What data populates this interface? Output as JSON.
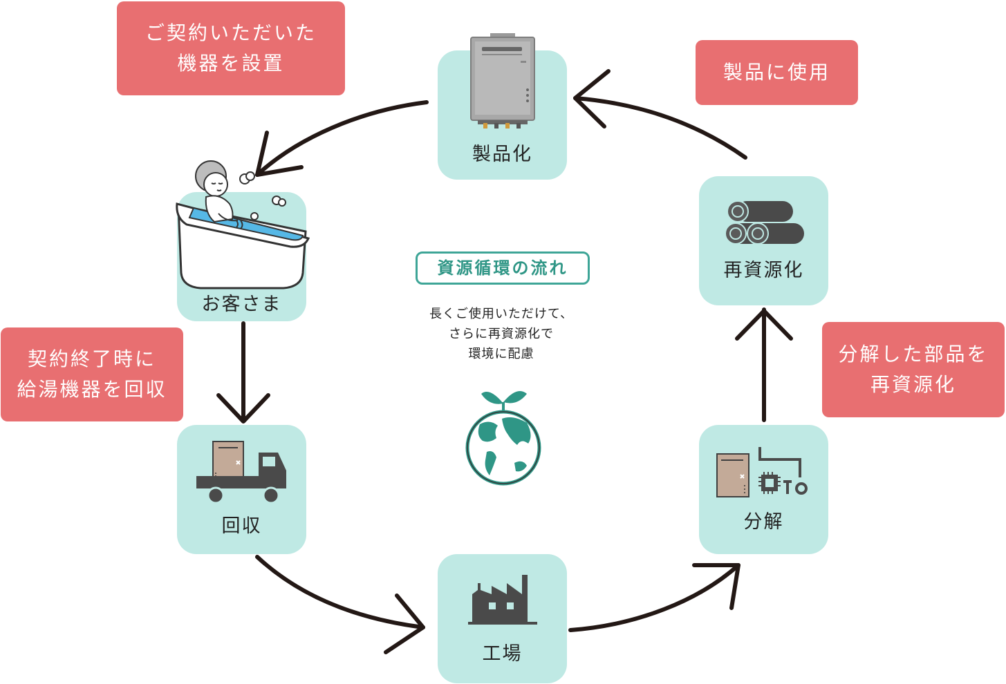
{
  "nodes": {
    "product": "製品化",
    "customer": "お客さま",
    "collection": "回収",
    "factory": "工場",
    "disassembly": "分解",
    "recycle": "再資源化"
  },
  "bubbles": {
    "install": [
      "ご契約いただいた",
      "機器を設置"
    ],
    "collect": [
      "契約終了時に",
      "給湯機器を回収"
    ],
    "use": [
      "製品に使用"
    ],
    "parts": [
      "分解した部品を",
      "再資源化"
    ]
  },
  "center": {
    "title": "資源循環の流れ",
    "lines": [
      "長くご使用いただけて、",
      "さらに再資源化で",
      "環境に配慮"
    ]
  },
  "colors": {
    "node_bg": "#bfe9e4",
    "bubble_bg": "#e86f71",
    "title_accent": "#3ea597",
    "arrow": "#231815",
    "earth": "#2f9686"
  },
  "icons": {
    "product": "water-heater-icon",
    "customer": "person-in-bathtub-icon",
    "collection": "truck-with-heater-icon",
    "factory": "factory-icon",
    "disassembly": "disassembled-parts-icon",
    "recycle": "material-rolls-icon",
    "center": "earth-with-sprout-icon"
  }
}
